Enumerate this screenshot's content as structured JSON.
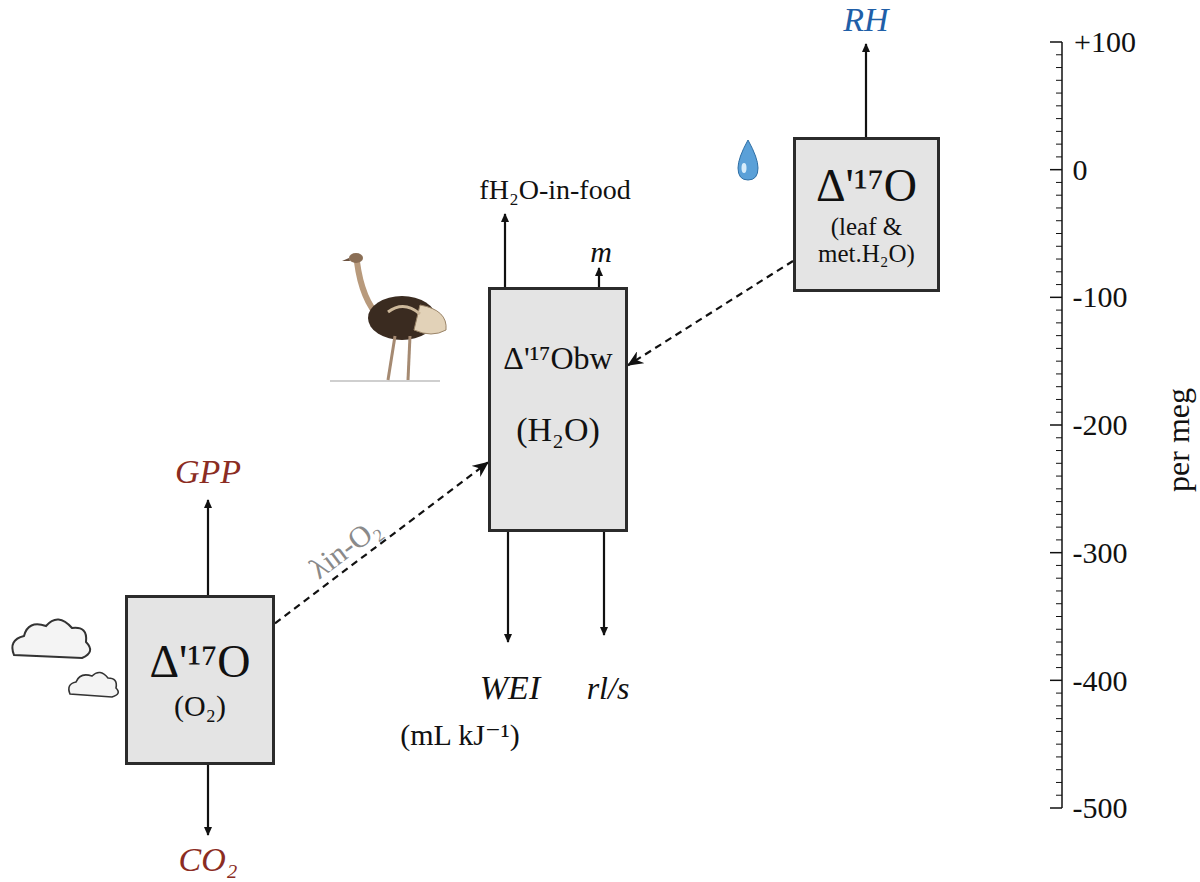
{
  "diagram": {
    "nodes": [
      {
        "text": [
          "Δ'¹⁷O",
          "(O₂)"
        ]
      },
      {
        "text": [
          "Δ'¹⁷Obw",
          "(H₂O)"
        ]
      },
      {
        "text": [
          "Δ'¹⁷O",
          "(leaf & met.H₂O)"
        ]
      }
    ],
    "edges": [
      {
        "from": 0,
        "to": 1,
        "label": "λin-O₂",
        "arrow": "to"
      },
      {
        "from": 2,
        "to": 1,
        "arrow": "to"
      }
    ],
    "labels": [
      "RH",
      "fH₂O-in-food",
      "m",
      "GPP",
      "WEI",
      "(mL kJ⁻¹)",
      "rl/s",
      "CO₂",
      "+100",
      "0",
      "-100",
      "-200",
      "-300",
      "-400",
      "-500",
      "per meg"
    ]
  }
}
